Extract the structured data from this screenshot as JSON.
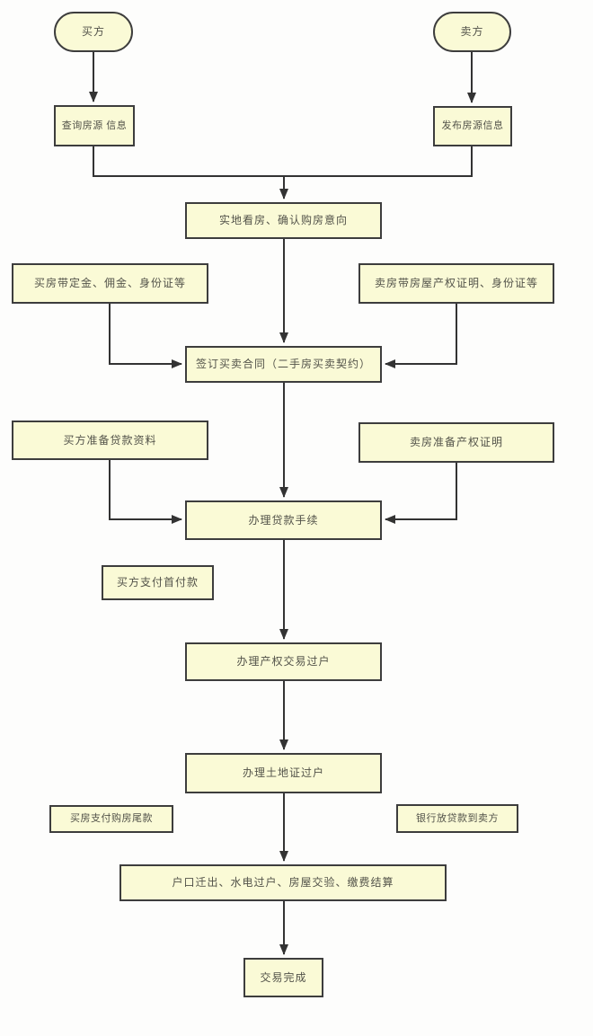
{
  "diagram": {
    "title_hint": "二手房交易流程图",
    "nodes": {
      "buyer": "买方",
      "seller": "卖方",
      "search_listing": "查询房源 信息",
      "publish_listing": "发布房源信息",
      "view_house": "实地看房、确认购房意向",
      "buyer_brings": "买房带定金、佣金、身份证等",
      "seller_brings": "卖房带房屋产权证明、身份证等",
      "sign_contract": "签订买卖合同（二手房买卖契约）",
      "buyer_loan_docs": "买方准备贷款资料",
      "seller_title_docs": "卖房准备产权证明",
      "loan_process": "办理贷款手续",
      "down_payment": "买方支付首付款",
      "title_transfer": "办理产权交易过户",
      "land_cert_transfer": "办理土地证过户",
      "final_payment": "买房支付购房尾款",
      "bank_loan_to_seller": "银行放贷款到卖方",
      "handover": "户口迁出、水电过户、房屋交验、缴费结算",
      "done": "交易完成"
    },
    "colors": {
      "node_fill": "#fafad6",
      "node_border": "#3d3d3d",
      "connector": "#333333",
      "text": "#53534a",
      "background": "#fdfdfc"
    }
  }
}
